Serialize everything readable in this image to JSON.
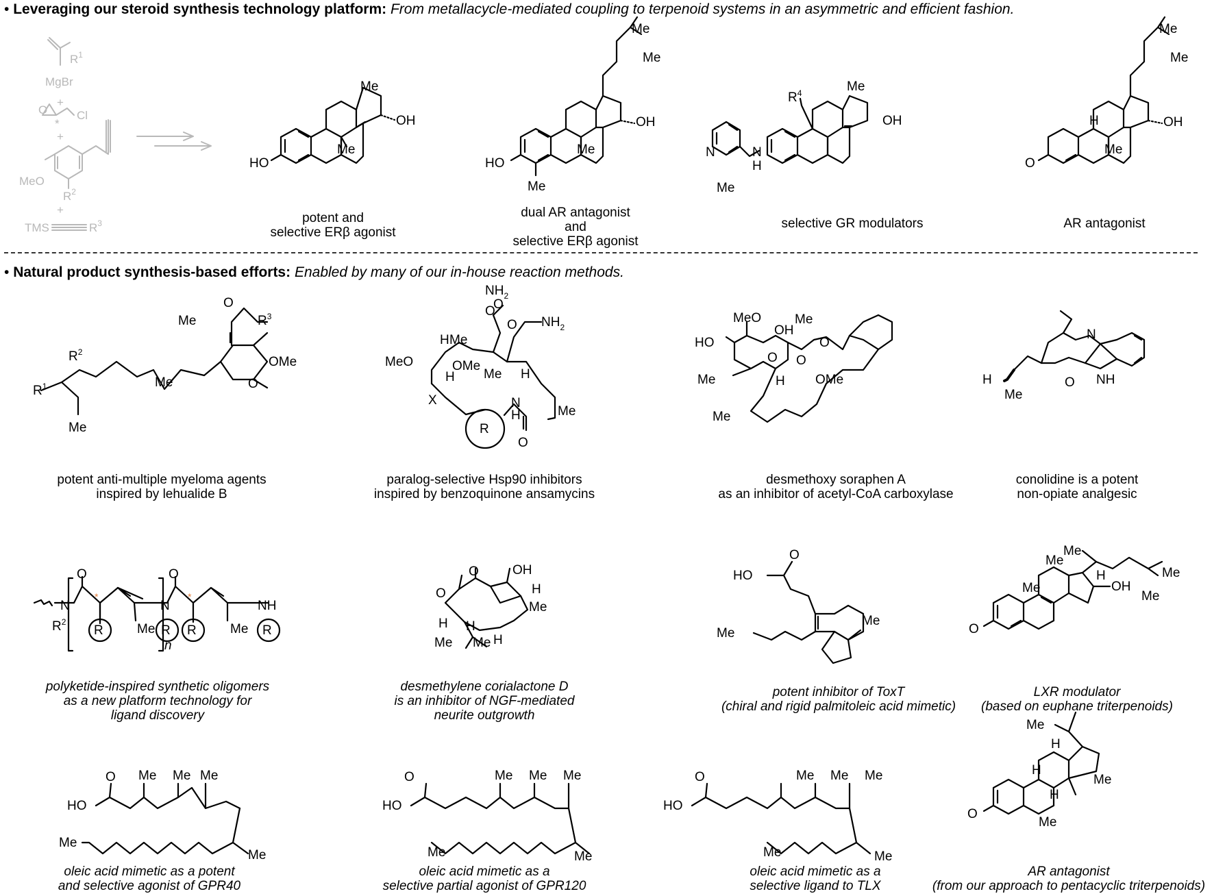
{
  "section1": {
    "bullet": "•",
    "title": "Leveraging our steroid synthesis technology platform:",
    "subtitle": "From metallacycle-mediated coupling to terpenoid systems in an asymmetric and efficient fashion."
  },
  "section2": {
    "bullet": "•",
    "title": "Natural product synthesis-based efforts:",
    "subtitle": "Enabled by many of our in-house reaction methods."
  },
  "reagents": {
    "r1": "R",
    "r1_sup": "1",
    "mgbr": "MgBr",
    "plus": "+",
    "cl": "Cl",
    "o": "O",
    "meo": "MeO",
    "r2": "R",
    "r2_sup": "2",
    "tms": "TMS",
    "r3": "R",
    "r3_sup": "3"
  },
  "atoms": {
    "me": "Me",
    "oh": "OH",
    "ho": "HO",
    "o": "O",
    "n": "N",
    "h": "H",
    "nh": "NH",
    "nh2": "NH",
    "two": "2",
    "ome": "OMe",
    "meo": "MeO",
    "x": "X",
    "r": "R",
    "r4": "R",
    "r4_sup": "4",
    "r1": "R",
    "r1_sup": "1",
    "r2": "R",
    "r2_sup": "2",
    "r3": "R",
    "r3_sup": "3",
    "n_sub": "n",
    "star": "*"
  },
  "captions": [
    {
      "id": "erb-agonist",
      "lines": [
        "potent and",
        "selective ERβ agonist"
      ],
      "italic": false
    },
    {
      "id": "dual-ar",
      "lines": [
        "dual AR antagonist",
        "and",
        "selective ERβ agonist"
      ],
      "italic": false
    },
    {
      "id": "gr-modulators",
      "lines": [
        "selective GR modulators"
      ],
      "italic": false
    },
    {
      "id": "ar-antagonist-1",
      "lines": [
        "AR antagonist"
      ],
      "italic": false
    },
    {
      "id": "lehualide",
      "lines": [
        "potent anti-multiple myeloma agents",
        "inspired by lehualide B"
      ],
      "italic": false
    },
    {
      "id": "hsp90",
      "lines": [
        "paralog-selective Hsp90 inhibitors",
        "inspired by benzoquinone ansamycins"
      ],
      "italic": false
    },
    {
      "id": "soraphen",
      "lines": [
        "desmethoxy soraphen A",
        "as an inhibitor of acetyl-CoA carboxylase"
      ],
      "italic": false
    },
    {
      "id": "conolidine",
      "lines": [
        "conolidine is a potent",
        "non-opiate analgesic"
      ],
      "italic": false
    },
    {
      "id": "oligomers",
      "lines": [
        "polyketide-inspired synthetic oligomers",
        "as a new platform technology for",
        "ligand discovery"
      ],
      "italic": true
    },
    {
      "id": "corialactone",
      "lines": [
        "desmethylene corialactone D",
        "is an inhibitor of NGF-mediated",
        "neurite outgrowth"
      ],
      "italic": true
    },
    {
      "id": "toxt",
      "lines": [
        "potent inhibitor of ToxT",
        "(chiral and rigid palmitoleic acid mimetic)"
      ],
      "italic": true
    },
    {
      "id": "lxr",
      "lines": [
        "LXR modulator",
        "(based on euphane triterpenoids)"
      ],
      "italic": true
    },
    {
      "id": "gpr40",
      "lines": [
        "oleic acid mimetic as a potent",
        "and selective agonist of GPR40"
      ],
      "italic": true
    },
    {
      "id": "gpr120",
      "lines": [
        "oleic acid mimetic as a",
        "selective partial agonist of GPR120"
      ],
      "italic": true
    },
    {
      "id": "tlx",
      "lines": [
        "oleic acid mimetic as a",
        "selective ligand to TLX"
      ],
      "italic": true
    },
    {
      "id": "ar-antagonist-2",
      "lines": [
        "AR antagonist",
        "(from our approach to pentacyclic triterpenoids)"
      ],
      "italic": true
    }
  ],
  "colors": {
    "bond": "#000000",
    "reagent_gray": "#b8b8b8",
    "stereo_star": "#e07b39",
    "arrow_gray": "#b8b8b8",
    "divider": "#333333"
  }
}
